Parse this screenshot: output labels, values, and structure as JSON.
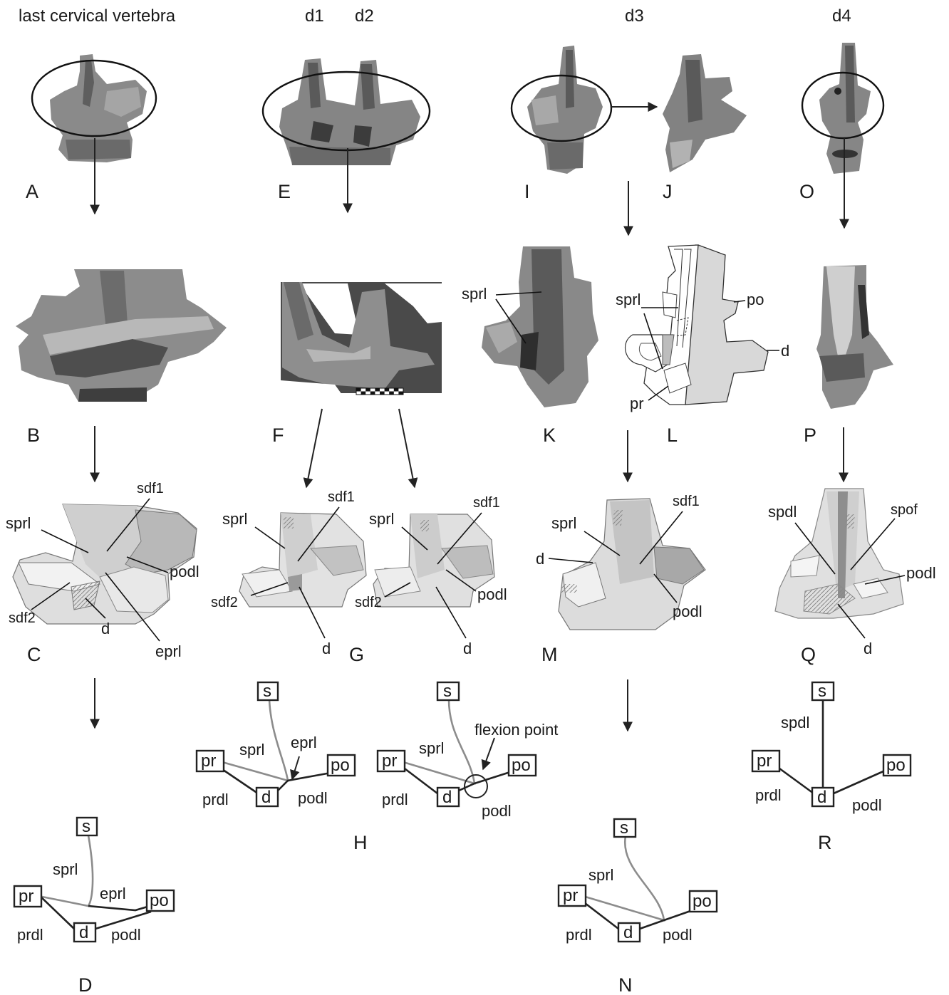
{
  "headers": {
    "col1": "last cervical vertebra",
    "d1": "d1",
    "d2": "d2",
    "d3": "d3",
    "d4": "d4"
  },
  "panels": {
    "A": "A",
    "B": "B",
    "C": "C",
    "D": "D",
    "E": "E",
    "F": "F",
    "G": "G",
    "H": "H",
    "I": "I",
    "J": "J",
    "K": "K",
    "L": "L",
    "M": "M",
    "N": "N",
    "O": "O",
    "P": "P",
    "Q": "Q",
    "R": "R"
  },
  "labels": {
    "sprl": "sprl",
    "sdf1": "sdf1",
    "sdf2": "sdf2",
    "podl": "podl",
    "eprl": "eprl",
    "d": "d",
    "po": "po",
    "pr": "pr",
    "spdl": "spdl",
    "spof": "spof",
    "prdl": "prdl",
    "s": "s",
    "flexion_point": "flexion point"
  },
  "colors": {
    "bone_photo": "#7d7d7d",
    "bone_light": "#d9d9d9",
    "lamina_black": "#222222",
    "lamina_grey": "#8c8c8c"
  }
}
